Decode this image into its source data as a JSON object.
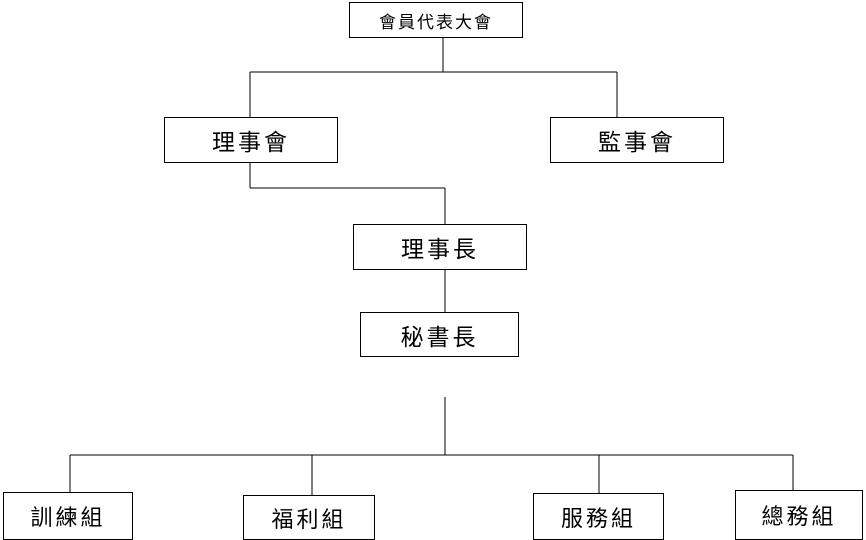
{
  "org_chart": {
    "assembly": "會員代表大會",
    "board": "理事會",
    "supervisors": "監事會",
    "chairman": "理事長",
    "secretary_general": "秘書長",
    "groups": [
      {
        "label": "訓練組"
      },
      {
        "label": "福利組"
      },
      {
        "label": "服務組"
      },
      {
        "label": "總務組"
      }
    ]
  }
}
